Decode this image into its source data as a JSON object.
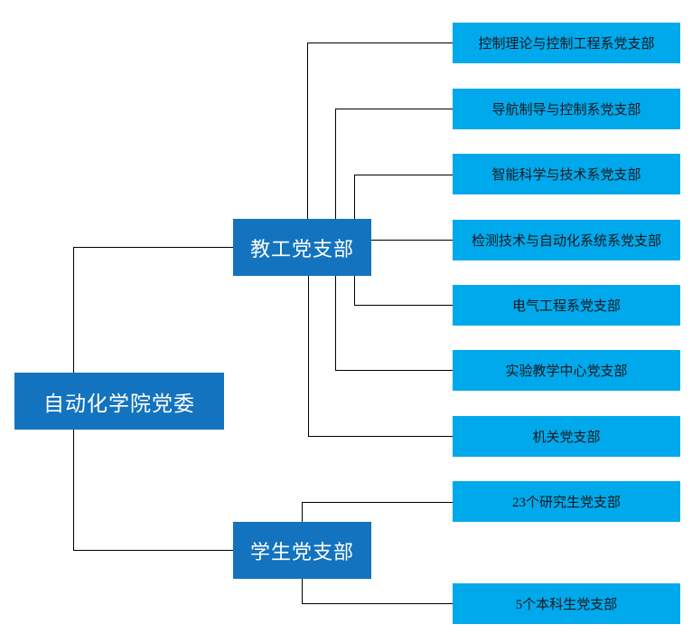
{
  "diagram": {
    "type": "org-chart",
    "root": {
      "label": "自动化学院党委"
    },
    "branches": [
      {
        "label": "教工党支部",
        "children": [
          "控制理论与控制工程系党支部",
          "导航制导与控制系党支部",
          "智能科学与技术系党支部",
          "检测技术与自动化系统系党支部",
          "电气工程系党支部",
          "实验教学中心党支部",
          "机关党支部"
        ]
      },
      {
        "label": "学生党支部",
        "children": [
          "23个研究生党支部",
          "5个本科生党支部"
        ]
      }
    ]
  },
  "colors": {
    "primary": "#1373be",
    "secondary": "#00a9ec",
    "line": "#000000",
    "root_text": "#ffffff",
    "child_text": "#14181c",
    "bg": "#ffffff"
  }
}
